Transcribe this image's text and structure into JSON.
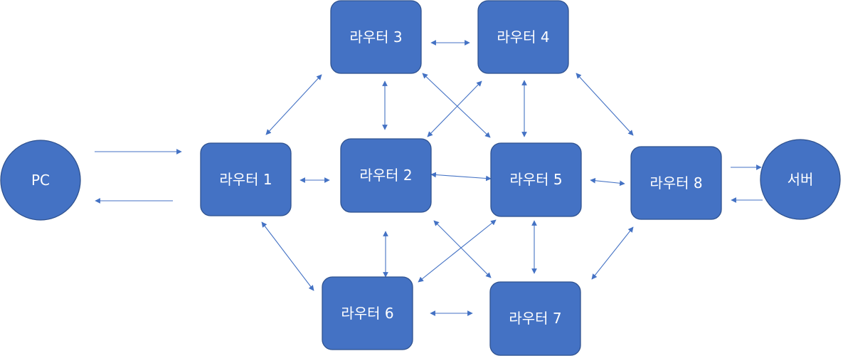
{
  "nodes": {
    "pc": {
      "label": "PC"
    },
    "r1": {
      "label": "라우터 1"
    },
    "r2": {
      "label": "라우터 2"
    },
    "r3": {
      "label": "라우터 3"
    },
    "r4": {
      "label": "라우터 4"
    },
    "r5": {
      "label": "라우터 5"
    },
    "r6": {
      "label": "라우터 6"
    },
    "r7": {
      "label": "라우터 7"
    },
    "r8": {
      "label": "라우터 8"
    },
    "srv": {
      "label": "서버"
    }
  },
  "edges": [
    {
      "from": "pc",
      "to": "r1",
      "direction": "one-way"
    },
    {
      "from": "r1",
      "to": "pc",
      "direction": "one-way"
    },
    {
      "from": "r1",
      "to": "r2",
      "direction": "two-way"
    },
    {
      "from": "r1",
      "to": "r3",
      "direction": "two-way"
    },
    {
      "from": "r1",
      "to": "r6",
      "direction": "two-way"
    },
    {
      "from": "r3",
      "to": "r4",
      "direction": "two-way"
    },
    {
      "from": "r3",
      "to": "r2",
      "direction": "two-way"
    },
    {
      "from": "r3",
      "to": "r5",
      "direction": "two-way"
    },
    {
      "from": "r4",
      "to": "r2",
      "direction": "two-way"
    },
    {
      "from": "r4",
      "to": "r5",
      "direction": "two-way"
    },
    {
      "from": "r4",
      "to": "r8",
      "direction": "two-way"
    },
    {
      "from": "r2",
      "to": "r5",
      "direction": "two-way"
    },
    {
      "from": "r2",
      "to": "r6",
      "direction": "two-way"
    },
    {
      "from": "r2",
      "to": "r7",
      "direction": "two-way"
    },
    {
      "from": "r5",
      "to": "r6",
      "direction": "two-way"
    },
    {
      "from": "r5",
      "to": "r7",
      "direction": "two-way"
    },
    {
      "from": "r5",
      "to": "r8",
      "direction": "two-way"
    },
    {
      "from": "r6",
      "to": "r7",
      "direction": "two-way"
    },
    {
      "from": "r7",
      "to": "r8",
      "direction": "two-way"
    },
    {
      "from": "r8",
      "to": "srv",
      "direction": "one-way"
    },
    {
      "from": "srv",
      "to": "r8",
      "direction": "one-way"
    }
  ],
  "colors": {
    "node_fill": "#4472C4",
    "node_stroke": "#2F528F",
    "edge": "#4472C4",
    "label": "#FFFFFF"
  }
}
